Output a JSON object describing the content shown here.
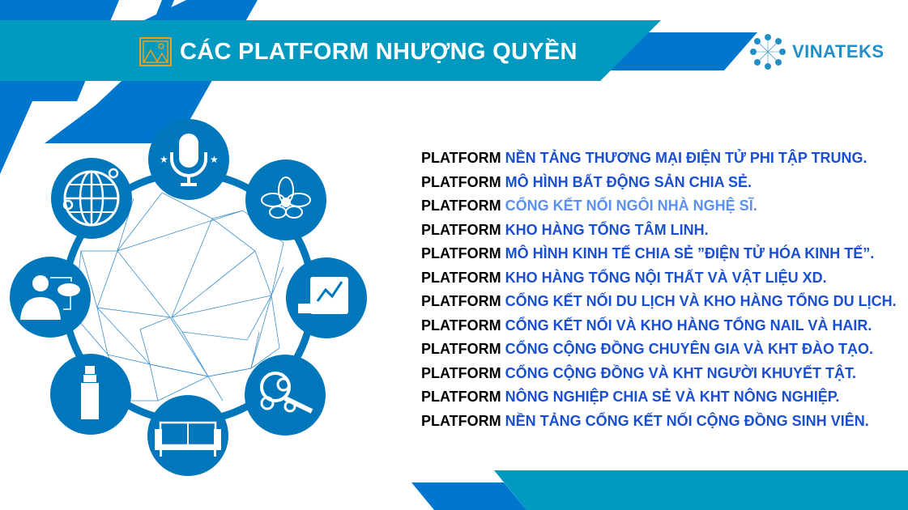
{
  "header": {
    "title": "CÁC PLATFORM NHƯỢNG QUYỀN",
    "title_icon": "image-frame-icon"
  },
  "logo": {
    "text": "VINATEKS",
    "icon": "network-ring-icon"
  },
  "colors": {
    "teal": "#0099c0",
    "blue": "#0077cc",
    "icon_blue": "#0077bb",
    "text_blue": "#1a4fd0",
    "text_light_blue": "#5b8ff0",
    "title_icon": "#e8a020"
  },
  "platforms": [
    {
      "prefix": "PLATFORM",
      "text": "NỀN TẢNG THƯƠNG MẠI ĐIỆN TỬ PHI TẬP TRUNG."
    },
    {
      "prefix": "PLATFORM",
      "text": "MÔ HÌNH BẤT ĐỘNG SẢN CHIA SẺ."
    },
    {
      "prefix": "PLATFORM",
      "text": "CỔNG KẾT NỐI NGÔI NHÀ NGHỆ SĨ."
    },
    {
      "prefix": "PLATFORM",
      "text": "KHO HÀNG TỔNG TÂM LINH."
    },
    {
      "prefix": "PLATFORM",
      "text": "MÔ HÌNH KINH TẾ CHIA SẺ ”ĐIỆN TỬ HÓA KINH TẾ”."
    },
    {
      "prefix": "PLATFORM",
      "text": "KHO HÀNG TỔNG NỘI THẤT VÀ VẬT LIỆU XD."
    },
    {
      "prefix": "PLATFORM",
      "text": "CỔNG KẾT NỐI DU LỊCH VÀ KHO HÀNG TỔNG DU LỊCH."
    },
    {
      "prefix": "PLATFORM",
      "text": "CỔNG KẾT NỐI VÀ KHO HÀNG TỔNG NAIL VÀ HAIR."
    },
    {
      "prefix": "PLATFORM",
      "text": "CỔNG CỘNG ĐỒNG CHUYÊN GIA VÀ KHT ĐÀO TẠO."
    },
    {
      "prefix": "PLATFORM",
      "text": "CỔNG CỘNG ĐỒNG VÀ KHT NGƯỜI KHUYẾT TẬT."
    },
    {
      "prefix": "PLATFORM",
      "text": "NÔNG NGHIỆP CHIA SẺ VÀ KHT NÔNG NGHIỆP."
    },
    {
      "prefix": "PLATFORM",
      "text": "NỀN TẢNG CỔNG KẾT NỐI CỘNG ĐỒNG SINH VIÊN."
    }
  ],
  "diagram_icons": [
    "microphone-icon",
    "flower-icon",
    "chart-board-icon",
    "gears-search-icon",
    "sofa-icon",
    "spray-bottle-icon",
    "person-cloud-icon",
    "globe-network-icon"
  ]
}
